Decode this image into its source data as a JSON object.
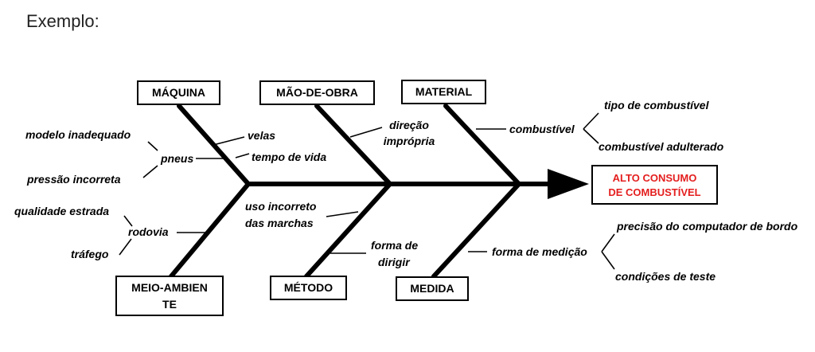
{
  "heading": "Exemplo:",
  "effect": {
    "line1": "ALTO CONSUMO",
    "line2": "DE COMBUSTÍVEL",
    "color": "#e41e1e"
  },
  "categories": {
    "maquina": "MÁQUINA",
    "mao_de_obra": "MÃO-DE-OBRA",
    "material": "MATERIAL",
    "meio_ambiente_line1": "MEIO-AMBIEN",
    "meio_ambiente_line2": "TE",
    "metodo": "MÉTODO",
    "medida": "MEDIDA"
  },
  "causes": {
    "velas": "velas",
    "tempo_de_vida": "tempo de vida",
    "pneus": "pneus",
    "modelo_inadequado": "modelo inadequado",
    "pressao_incorreta": "pressão incorreta",
    "direcao_line1": "direção",
    "direcao_line2": "imprópria",
    "combustivel": "combustível",
    "tipo_de_combustivel": "tipo de combustível",
    "combustivel_adulterado": "combustível adulterado",
    "rodovia": "rodovia",
    "qualidade_estrada": "qualidade estrada",
    "trafego": "tráfego",
    "uso_incorreto_line1": "uso incorreto",
    "uso_incorreto_line2": "das marchas",
    "forma_de_dirigir_line1": "forma de",
    "forma_de_dirigir_line2": "dirigir",
    "forma_de_medicao": "forma de medição",
    "precisao_computador": "precisão do computador de bordo",
    "condicoes_de_teste": "condições de teste"
  }
}
